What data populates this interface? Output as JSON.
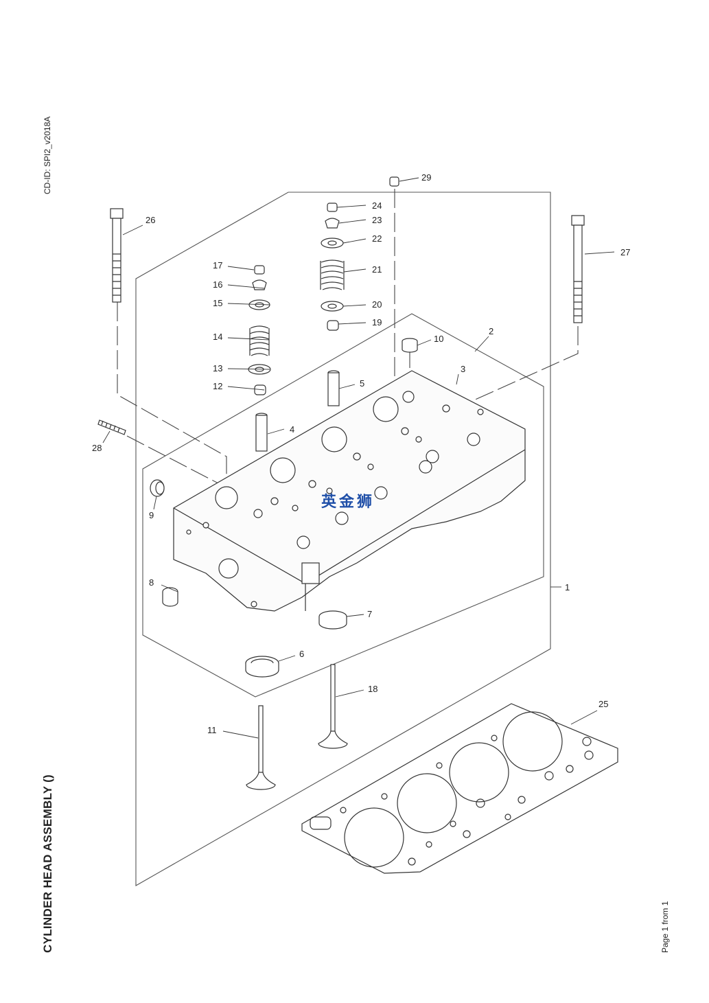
{
  "doc": {
    "cd_id": "CD-ID: SPI2_v2018A",
    "title": "CYLINDER HEAD ASSEMBLY ()",
    "page_label": "Page 1 from 1"
  },
  "watermark": {
    "text": "英金狮",
    "color": "#1f4fa8"
  },
  "callouts": {
    "c1": "1",
    "c2": "2",
    "c3": "3",
    "c4": "4",
    "c5": "5",
    "c6": "6",
    "c7": "7",
    "c8": "8",
    "c9": "9",
    "c10": "10",
    "c11": "11",
    "c12": "12",
    "c13": "13",
    "c14": "14",
    "c15": "15",
    "c16": "16",
    "c17": "17",
    "c18": "18",
    "c19": "19",
    "c20": "20",
    "c21": "21",
    "c22": "22",
    "c23": "23",
    "c24": "24",
    "c25": "25",
    "c26": "26",
    "c27": "27",
    "c28": "28",
    "c29": "29"
  },
  "colors": {
    "line": "#333333",
    "frame": "#555555"
  }
}
